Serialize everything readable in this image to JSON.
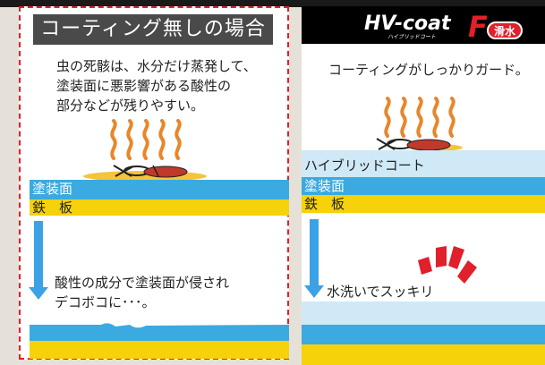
{
  "left": {
    "title": "コーティング無しの場合",
    "description": [
      "虫の死骸は、水分だけ蒸発して、",
      "塗装面に悪影響がある酸性の",
      "部分などが残りやすい。"
    ],
    "layer_paint": "塗装面",
    "layer_steel": "鉄　板",
    "note": [
      "酸性の成分で塗装面が侵され",
      "デコボコに･･･。"
    ]
  },
  "right": {
    "logo": {
      "main": "HV-coat",
      "sub": "ハイブリッドコート",
      "letter": "F",
      "badge": "滑水"
    },
    "description": "コーティングがしっかりガード。",
    "layer_coat": "ハイブリッドコート",
    "layer_paint": "塗装面",
    "layer_steel": "鉄　板",
    "note": "水洗いでスッキリ"
  },
  "colors": {
    "paint": "#3aaae0",
    "steel": "#f5d20a",
    "coat": "#cfe9f7",
    "arrow": "#3ba2e6",
    "border": "#e0202a",
    "accent_red": "#e0202a"
  },
  "icons": [
    "steam-icon",
    "insect-icon",
    "impact-burst-icon"
  ]
}
